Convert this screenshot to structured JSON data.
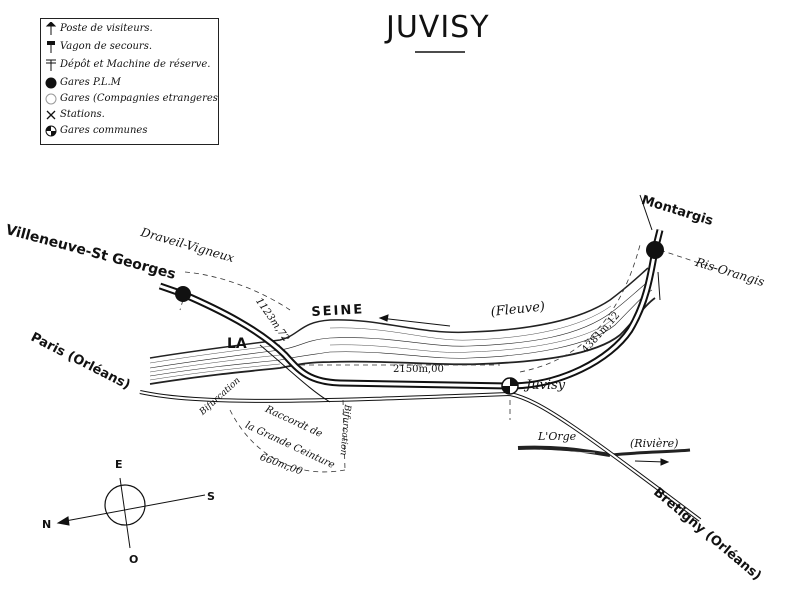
{
  "title": "JUVISY",
  "legend": [
    {
      "icon": "visitor-post-icon",
      "label": "Poste de visiteurs."
    },
    {
      "icon": "rescue-wagon-icon",
      "label": "Vagon de secours."
    },
    {
      "icon": "depot-icon",
      "label": "Dépôt et Machine de réserve."
    },
    {
      "icon": "filled-circle-icon",
      "label": "Gares P.L.M"
    },
    {
      "icon": "open-circle-icon",
      "label": "Gares (Compagnies etrangeres"
    },
    {
      "icon": "cross-icon",
      "label": "Stations."
    },
    {
      "icon": "quartered-circle-icon",
      "label": "Gares communes"
    }
  ],
  "places": {
    "villeneuve": "Villeneuve-St Georges",
    "draveil": "Draveil-Vigneux",
    "montargis": "Montargis",
    "ris": "Ris-Orangis",
    "paris": "Paris (Orléans)",
    "juvisy": "Juvisy",
    "bretigny": "Bretigny (Orléans)"
  },
  "river": {
    "la": "LA",
    "seine": "SEINE",
    "fleuve": "(Fleuve)",
    "orge": "L'Orge",
    "riviere": "(Rivière)"
  },
  "distances": {
    "d1": "1123m,72",
    "d2": "2150m,00",
    "d3": "4381m,12",
    "d4": "660m,00"
  },
  "annotations": {
    "raccord1": "Raccordt de",
    "raccord2": "la Grande Ceinture",
    "bif1": "Bifurcation",
    "bif2": "Bifurcation"
  },
  "compass": {
    "e": "E",
    "s": "S",
    "n": "N",
    "o": "O"
  }
}
